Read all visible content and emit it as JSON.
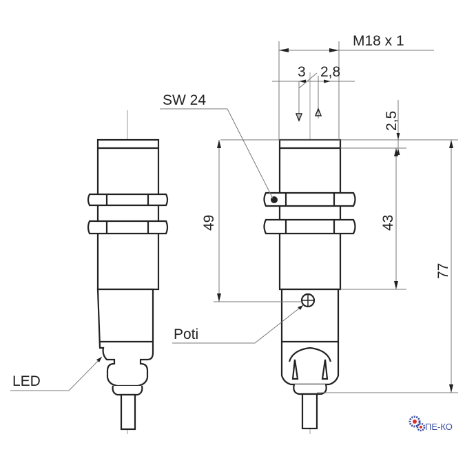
{
  "labels": {
    "thread": "M18 x 1",
    "switching_distance_flush": "3",
    "switching_distance_nonflush": "2,8",
    "wrench_size": "SW 24",
    "offset": "2,5",
    "threaded_length": "49",
    "body_length": "43",
    "total_length": "77",
    "potentiometer": "Poti",
    "led": "LED"
  },
  "logo": {
    "text": "ПЕ-КО",
    "colors": {
      "gear": "#3a4fa0",
      "accent": "#d9302a"
    }
  }
}
